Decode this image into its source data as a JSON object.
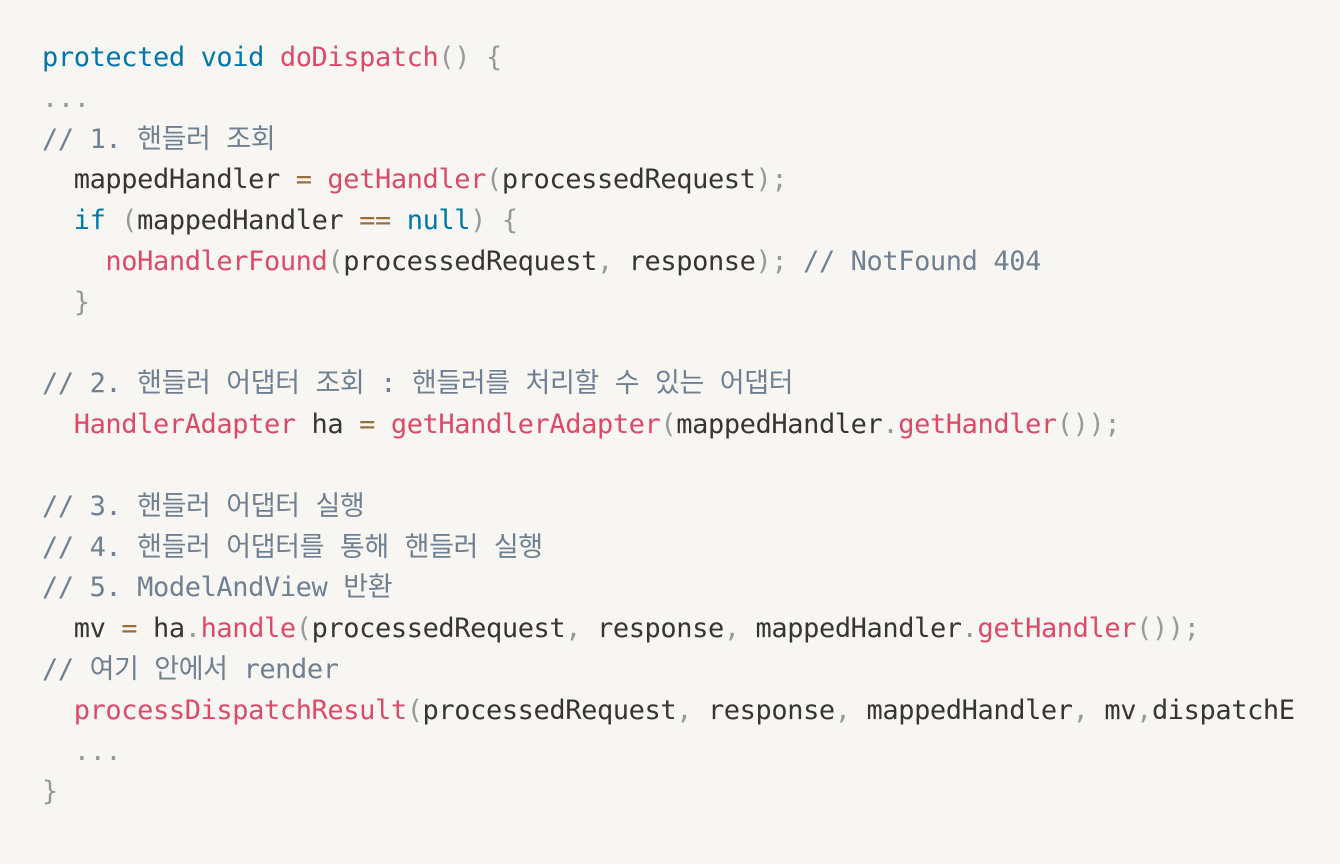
{
  "code": {
    "language": "java",
    "lines": [
      [
        {
          "t": "protected",
          "c": "kw"
        },
        {
          "t": " "
        },
        {
          "t": "void",
          "c": "kw"
        },
        {
          "t": " "
        },
        {
          "t": "doDispatch",
          "c": "fn"
        },
        {
          "t": "()",
          "c": "pu"
        },
        {
          "t": " "
        },
        {
          "t": "{",
          "c": "pu"
        }
      ],
      [
        {
          "t": "...",
          "c": "pu"
        }
      ],
      [
        {
          "t": "// 1. 핸들러 조회",
          "c": "cm"
        }
      ],
      [
        {
          "t": "  mappedHandler "
        },
        {
          "t": "=",
          "c": "op"
        },
        {
          "t": " "
        },
        {
          "t": "getHandler",
          "c": "fn"
        },
        {
          "t": "(",
          "c": "pu"
        },
        {
          "t": "processedRequest"
        },
        {
          "t": ");",
          "c": "pu"
        }
      ],
      [
        {
          "t": "  "
        },
        {
          "t": "if",
          "c": "kw"
        },
        {
          "t": " "
        },
        {
          "t": "(",
          "c": "pu"
        },
        {
          "t": "mappedHandler "
        },
        {
          "t": "==",
          "c": "op"
        },
        {
          "t": " "
        },
        {
          "t": "null",
          "c": "kw"
        },
        {
          "t": ")",
          "c": "pu"
        },
        {
          "t": " "
        },
        {
          "t": "{",
          "c": "pu"
        }
      ],
      [
        {
          "t": "    "
        },
        {
          "t": "noHandlerFound",
          "c": "fn"
        },
        {
          "t": "(",
          "c": "pu"
        },
        {
          "t": "processedRequest"
        },
        {
          "t": ",",
          "c": "pu"
        },
        {
          "t": " response"
        },
        {
          "t": ");",
          "c": "pu"
        },
        {
          "t": " "
        },
        {
          "t": "// NotFound 404",
          "c": "cm"
        }
      ],
      [
        {
          "t": "  "
        },
        {
          "t": "}",
          "c": "pu"
        }
      ],
      [],
      [
        {
          "t": "// 2. 핸들러 어댑터 조회 : 핸들러를 처리할 수 있는 어댑터",
          "c": "cm"
        }
      ],
      [
        {
          "t": "  "
        },
        {
          "t": "HandlerAdapter",
          "c": "fn"
        },
        {
          "t": " ha "
        },
        {
          "t": "=",
          "c": "op"
        },
        {
          "t": " "
        },
        {
          "t": "getHandlerAdapter",
          "c": "fn"
        },
        {
          "t": "(",
          "c": "pu"
        },
        {
          "t": "mappedHandler"
        },
        {
          "t": ".",
          "c": "pu"
        },
        {
          "t": "getHandler",
          "c": "fn"
        },
        {
          "t": "());",
          "c": "pu"
        }
      ],
      [],
      [
        {
          "t": "// 3. 핸들러 어댑터 실행",
          "c": "cm"
        }
      ],
      [
        {
          "t": "// 4. 핸들러 어댑터를 통해 핸들러 실행",
          "c": "cm"
        }
      ],
      [
        {
          "t": "// 5. ModelAndView 반환",
          "c": "cm"
        }
      ],
      [
        {
          "t": "  mv "
        },
        {
          "t": "=",
          "c": "op"
        },
        {
          "t": " ha"
        },
        {
          "t": ".",
          "c": "pu"
        },
        {
          "t": "handle",
          "c": "fn"
        },
        {
          "t": "(",
          "c": "pu"
        },
        {
          "t": "processedRequest"
        },
        {
          "t": ",",
          "c": "pu"
        },
        {
          "t": " response"
        },
        {
          "t": ",",
          "c": "pu"
        },
        {
          "t": " mappedHandler"
        },
        {
          "t": ".",
          "c": "pu"
        },
        {
          "t": "getHandler",
          "c": "fn"
        },
        {
          "t": "());",
          "c": "pu"
        }
      ],
      [
        {
          "t": "// 여기 안에서 render",
          "c": "cm"
        }
      ],
      [
        {
          "t": "  "
        },
        {
          "t": "processDispatchResult",
          "c": "fn"
        },
        {
          "t": "(",
          "c": "pu"
        },
        {
          "t": "processedRequest"
        },
        {
          "t": ",",
          "c": "pu"
        },
        {
          "t": " response"
        },
        {
          "t": ",",
          "c": "pu"
        },
        {
          "t": " mappedHandler"
        },
        {
          "t": ",",
          "c": "pu"
        },
        {
          "t": " mv"
        },
        {
          "t": ",",
          "c": "pu"
        },
        {
          "t": "dispatchE"
        }
      ],
      [
        {
          "t": "  "
        },
        {
          "t": "...",
          "c": "pu"
        }
      ],
      [
        {
          "t": "}",
          "c": "pu"
        }
      ]
    ]
  }
}
